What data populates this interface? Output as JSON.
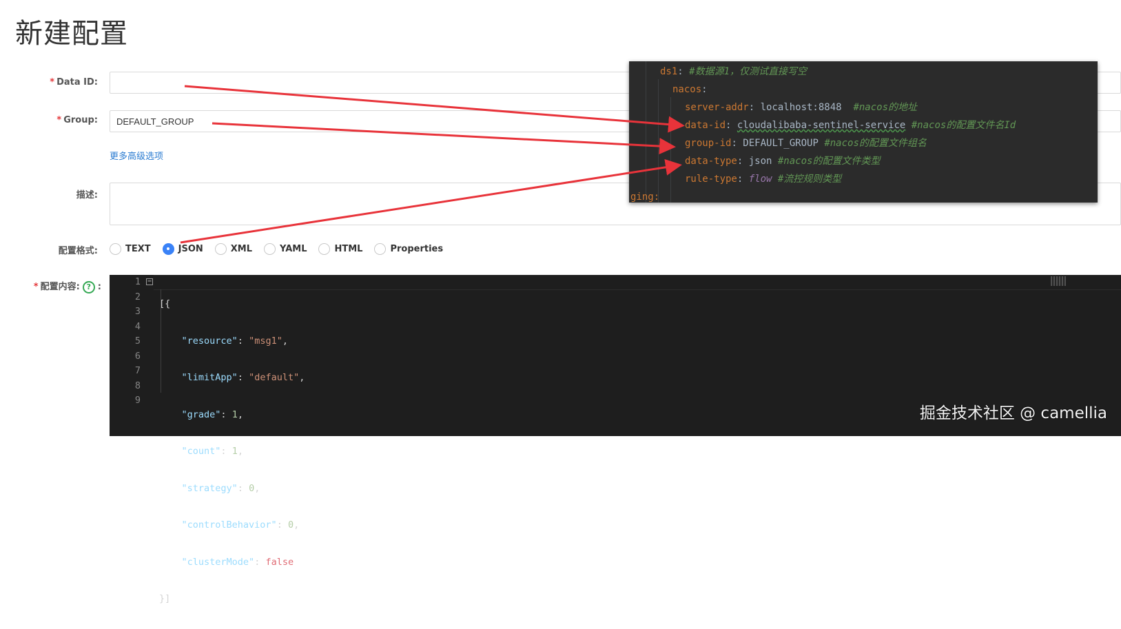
{
  "page": {
    "title": "新建配置"
  },
  "form": {
    "data_id": {
      "label": "Data ID:",
      "value": ""
    },
    "group": {
      "label": "Group:",
      "value": "DEFAULT_GROUP"
    },
    "advanced_link": "更多高级选项",
    "description": {
      "label": "描述:",
      "value": ""
    },
    "format": {
      "label": "配置格式:",
      "options": [
        "TEXT",
        "JSON",
        "XML",
        "YAML",
        "HTML",
        "Properties"
      ],
      "selected": "JSON"
    },
    "content": {
      "label": "配置内容:",
      "help_glyph": "?",
      "colon": ":"
    },
    "required_mark": "*"
  },
  "editor": {
    "line_numbers": [
      "1",
      "2",
      "3",
      "4",
      "5",
      "6",
      "7",
      "8",
      "9"
    ],
    "lines": {
      "l1": "[{",
      "l2_key": "\"resource\"",
      "l2_val": "\"msg1\"",
      "l3_key": "\"limitApp\"",
      "l3_val": "\"default\"",
      "l4_key": "\"grade\"",
      "l4_val": "1",
      "l5_key": "\"count\"",
      "l5_val": "1",
      "l6_key": "\"strategy\"",
      "l6_val": "0",
      "l7_key": "\"controlBehavior\"",
      "l7_val": "0",
      "l8_key": "\"clusterMode\"",
      "l8_val": "false",
      "l9": "}]"
    }
  },
  "yaml_overlay": {
    "ds1_key": "ds1",
    "ds1_comment": "#数据源1，仅测试直接写空",
    "nacos_key": "nacos",
    "server_addr_key": "server-addr",
    "server_addr_val": "localhost:8848",
    "server_addr_comment": "#nacos的地址",
    "data_id_key": "data-id",
    "data_id_val": "cloudalibaba-sentinel-service",
    "data_id_comment": "#nacos的配置文件名Id",
    "group_id_key": "group-id",
    "group_id_val": "DEFAULT_GROUP",
    "group_id_comment": "#nacos的配置文件组名",
    "data_type_key": "data-type",
    "data_type_val": "json",
    "data_type_comment": "#nacos的配置文件类型",
    "rule_type_key": "rule-type",
    "rule_type_val": "flow",
    "rule_type_comment": "#流控规则类型",
    "cut_line": "ging:"
  },
  "colors": {
    "arrow": "#e8333a",
    "accent": "#3a82f7",
    "link": "#2a7bd1",
    "required": "#e4393c",
    "help": "#34a853"
  },
  "watermark": "掘金技术社区 @ camellia"
}
